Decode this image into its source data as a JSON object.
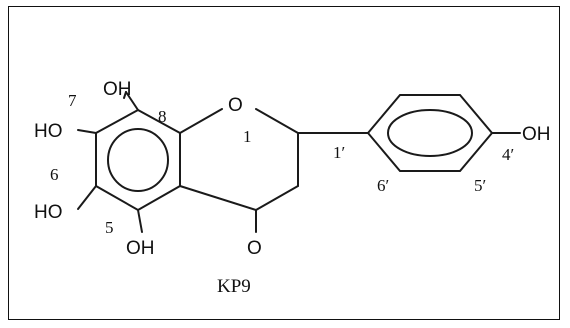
{
  "structure": {
    "atoms": {
      "oh_7": "OH",
      "ho_7": "HO",
      "ho_6": "HO",
      "oh_5": "OH",
      "ring_o": "O",
      "carbonyl_o": "O",
      "oh_4prime": "OH"
    },
    "positions": {
      "p7": "7",
      "p8": "8",
      "p1": "1",
      "p6": "6",
      "p5": "5",
      "p1prime": "1′",
      "p6prime": "6′",
      "p5prime": "5′",
      "p4prime": "4′"
    },
    "compound_label": "KP9"
  }
}
